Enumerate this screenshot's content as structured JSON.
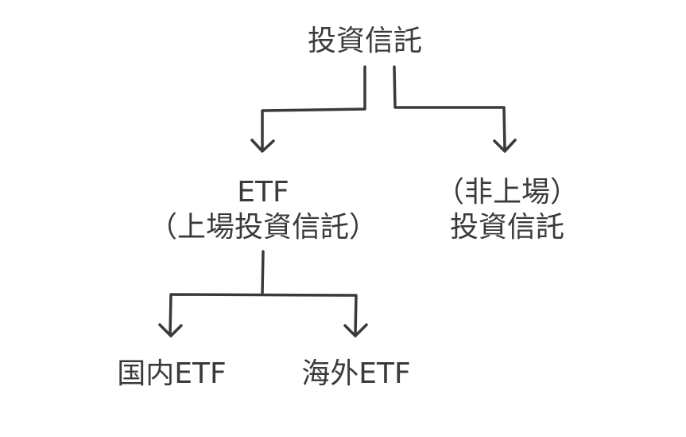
{
  "nodes": {
    "root": {
      "label": "投資信託"
    },
    "etf": {
      "line1": "ETF",
      "line2": "（上場投資信託）"
    },
    "unlisted": {
      "line1": "（非上場）",
      "line2": "投資信託"
    },
    "domestic_etf": {
      "label": "国内ETF"
    },
    "foreign_etf": {
      "label": "海外ETF"
    }
  },
  "colors": {
    "ink": "#3a3a3a",
    "background": "#ffffff"
  }
}
